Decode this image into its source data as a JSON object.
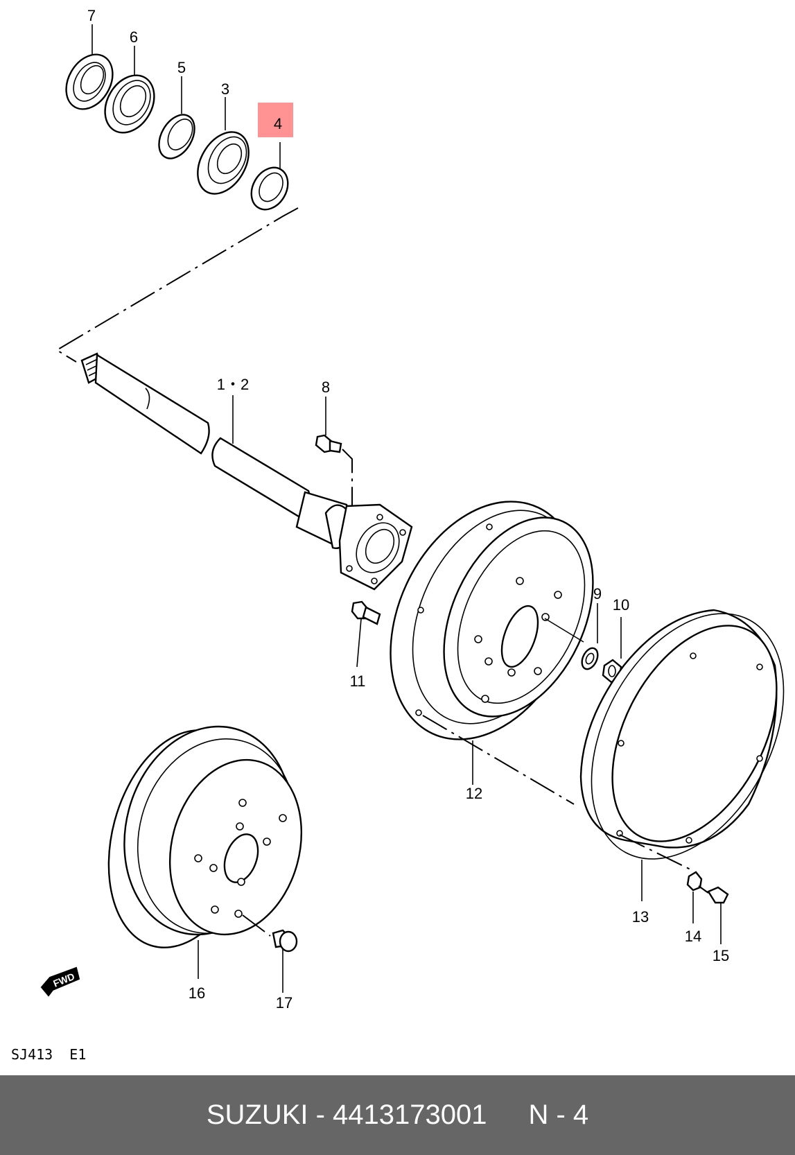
{
  "callouts": {
    "c7": "7",
    "c6": "6",
    "c5": "5",
    "c3": "3",
    "c4": "4",
    "c12axle": "1・2",
    "c8": "8",
    "c11": "11",
    "c9": "9",
    "c10": "10",
    "c12": "12",
    "c13": "13",
    "c14": "14",
    "c15": "15",
    "c16": "16",
    "c17": "17"
  },
  "highlight": {
    "part": "4",
    "color": "#ff7f7f"
  },
  "fwd_label": "FWD",
  "model_code": "SJ413  E1",
  "footer": {
    "brand_part": "SUZUKI - 4413173001",
    "ref": "N - 4"
  },
  "colors": {
    "footer_bg": "#666666",
    "footer_text": "#ffffff",
    "lines": "#000000"
  }
}
